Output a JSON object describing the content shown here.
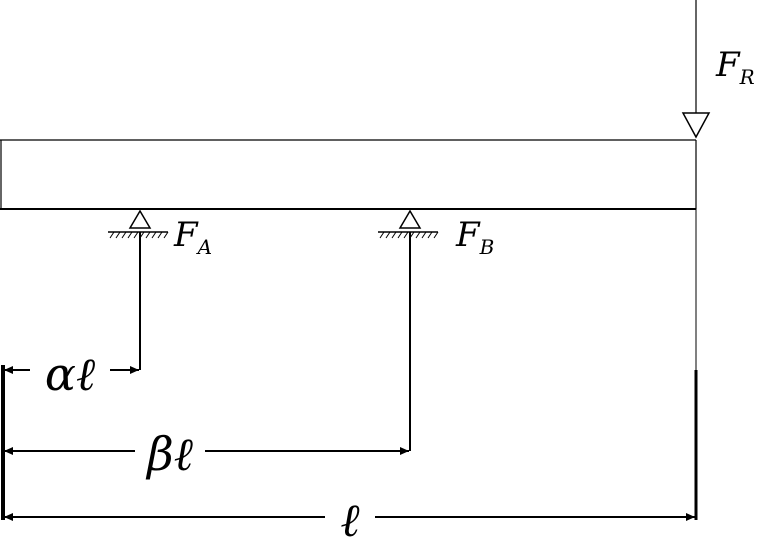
{
  "labels": {
    "force_r": {
      "main": "F",
      "sub": "R"
    },
    "force_a": {
      "main": "F",
      "sub": "A"
    },
    "force_b": {
      "main": "F",
      "sub": "B"
    },
    "dim_alpha": "αℓ",
    "dim_beta": "βℓ",
    "dim_length": "ℓ"
  },
  "colors": {
    "line": "#000000",
    "background": "#ffffff"
  },
  "icons": {
    "support_a": "pin-support-icon",
    "support_b": "pin-support-icon",
    "load_arrow": "down-arrow-icon"
  }
}
